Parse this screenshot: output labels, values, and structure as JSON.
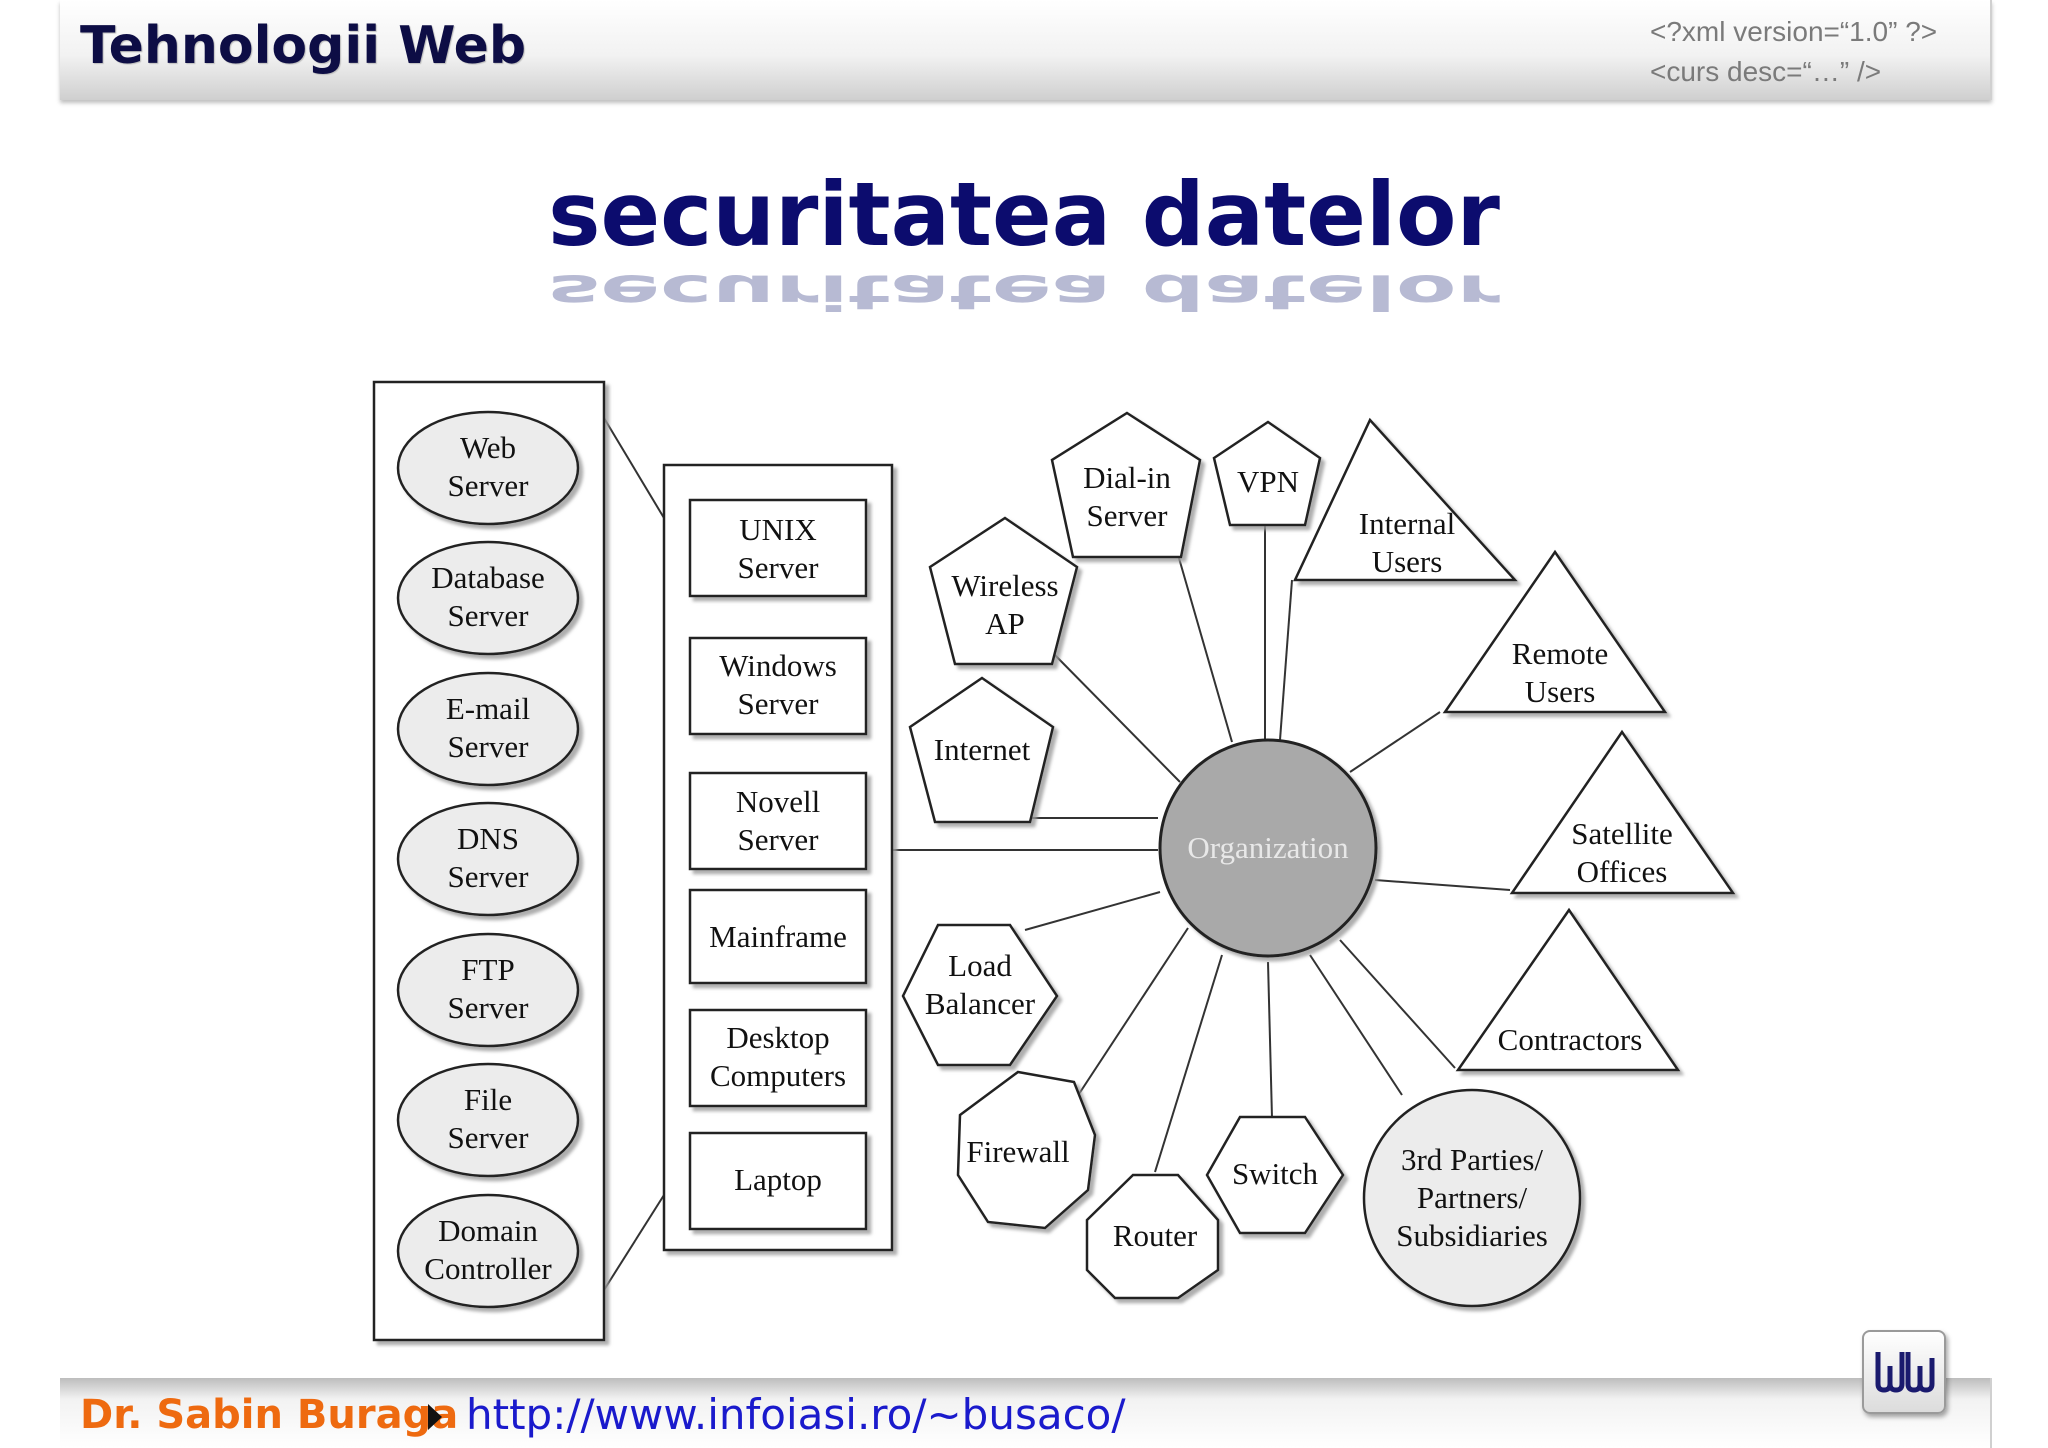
{
  "header": {
    "title": "Tehnologii Web",
    "meta_line1": "<?xml version=“1.0” ?>",
    "meta_line2": "<curs desc=“…” />"
  },
  "slide": {
    "title": "securitatea datelor"
  },
  "diagram": {
    "servers": [
      [
        "Web",
        "Server"
      ],
      [
        "Database",
        "Server"
      ],
      [
        "E-mail",
        "Server"
      ],
      [
        "DNS",
        "Server"
      ],
      [
        "FTP",
        "Server"
      ],
      [
        "File",
        "Server"
      ],
      [
        "Domain",
        "Controller"
      ]
    ],
    "systems": [
      [
        "UNIX",
        "Server"
      ],
      [
        "Windows",
        "Server"
      ],
      [
        "Novell",
        "Server"
      ],
      [
        "Mainframe"
      ],
      [
        "Desktop",
        "Computers"
      ],
      [
        "Laptop"
      ]
    ],
    "center": "Organization",
    "nodes": {
      "dialin": [
        "Dial-in",
        "Server"
      ],
      "vpn": [
        "VPN"
      ],
      "wireless": [
        "Wireless",
        "AP"
      ],
      "internet": [
        "Internet"
      ],
      "internal": [
        "Internal",
        "Users"
      ],
      "remote": [
        "Remote",
        "Users"
      ],
      "satellite": [
        "Satellite",
        "Offices"
      ],
      "contractors": [
        "Contractors"
      ],
      "loadbalancer": [
        "Load",
        "Balancer"
      ],
      "firewall": [
        "Firewall"
      ],
      "router": [
        "Router"
      ],
      "switch": [
        "Switch"
      ],
      "thirdparties": [
        "3rd Parties/",
        "Partners/",
        "Subsidiaries"
      ]
    }
  },
  "footer": {
    "author": "Dr. Sabin Buraga",
    "url": "http://www.infoiasi.ro/~busaco/"
  }
}
